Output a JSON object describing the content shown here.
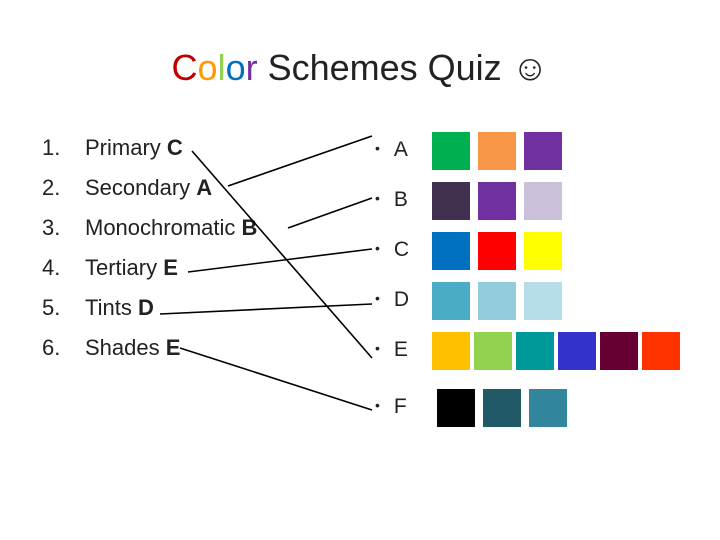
{
  "title": {
    "parts": [
      {
        "text": "C",
        "color": "#c00000"
      },
      {
        "text": "o",
        "color": "#ff9900"
      },
      {
        "text": "l",
        "color": "#92d050"
      },
      {
        "text": "o",
        "color": "#0070c0"
      },
      {
        "text": "r",
        "color": "#7030a0"
      },
      {
        "text": " Schemes Quiz ",
        "color": "#222222"
      },
      {
        "text": "☺",
        "color": "#222222"
      }
    ]
  },
  "questions": [
    {
      "num": "1.",
      "term": "Primary ",
      "answer": "C"
    },
    {
      "num": "2.",
      "term": "Secondary ",
      "answer": "A"
    },
    {
      "num": "3.",
      "term": "Monochromatic ",
      "answer": "B"
    },
    {
      "num": "4.",
      "term": "Tertiary ",
      "answer": "E"
    },
    {
      "num": "5.",
      "term": "Tints ",
      "answer": "D"
    },
    {
      "num": "6.",
      "term": "Shades ",
      "answer": "E"
    }
  ],
  "options": [
    {
      "bullet": "•",
      "label": "A",
      "colors": [
        "#00b050",
        "#f79646",
        "#7030a0"
      ]
    },
    {
      "bullet": "•",
      "label": "B",
      "colors": [
        "#403151",
        "#7030a0",
        "#ccc1da"
      ]
    },
    {
      "bullet": "•",
      "label": "C",
      "colors": [
        "#0070c0",
        "#ff0000",
        "#ffff00"
      ]
    },
    {
      "bullet": "•",
      "label": "D",
      "colors": [
        "#4bacc6",
        "#93cddd",
        "#b7dee8"
      ]
    },
    {
      "bullet": "•",
      "label": "E",
      "colors": [
        "#ffc000",
        "#92d050",
        "#009999",
        "#3333cc",
        "#660033",
        "#ff3300"
      ]
    },
    {
      "bullet": "•",
      "label": "F",
      "colors": [
        "#000000",
        "#215967",
        "#31859c"
      ]
    }
  ],
  "line_color": "#000000"
}
